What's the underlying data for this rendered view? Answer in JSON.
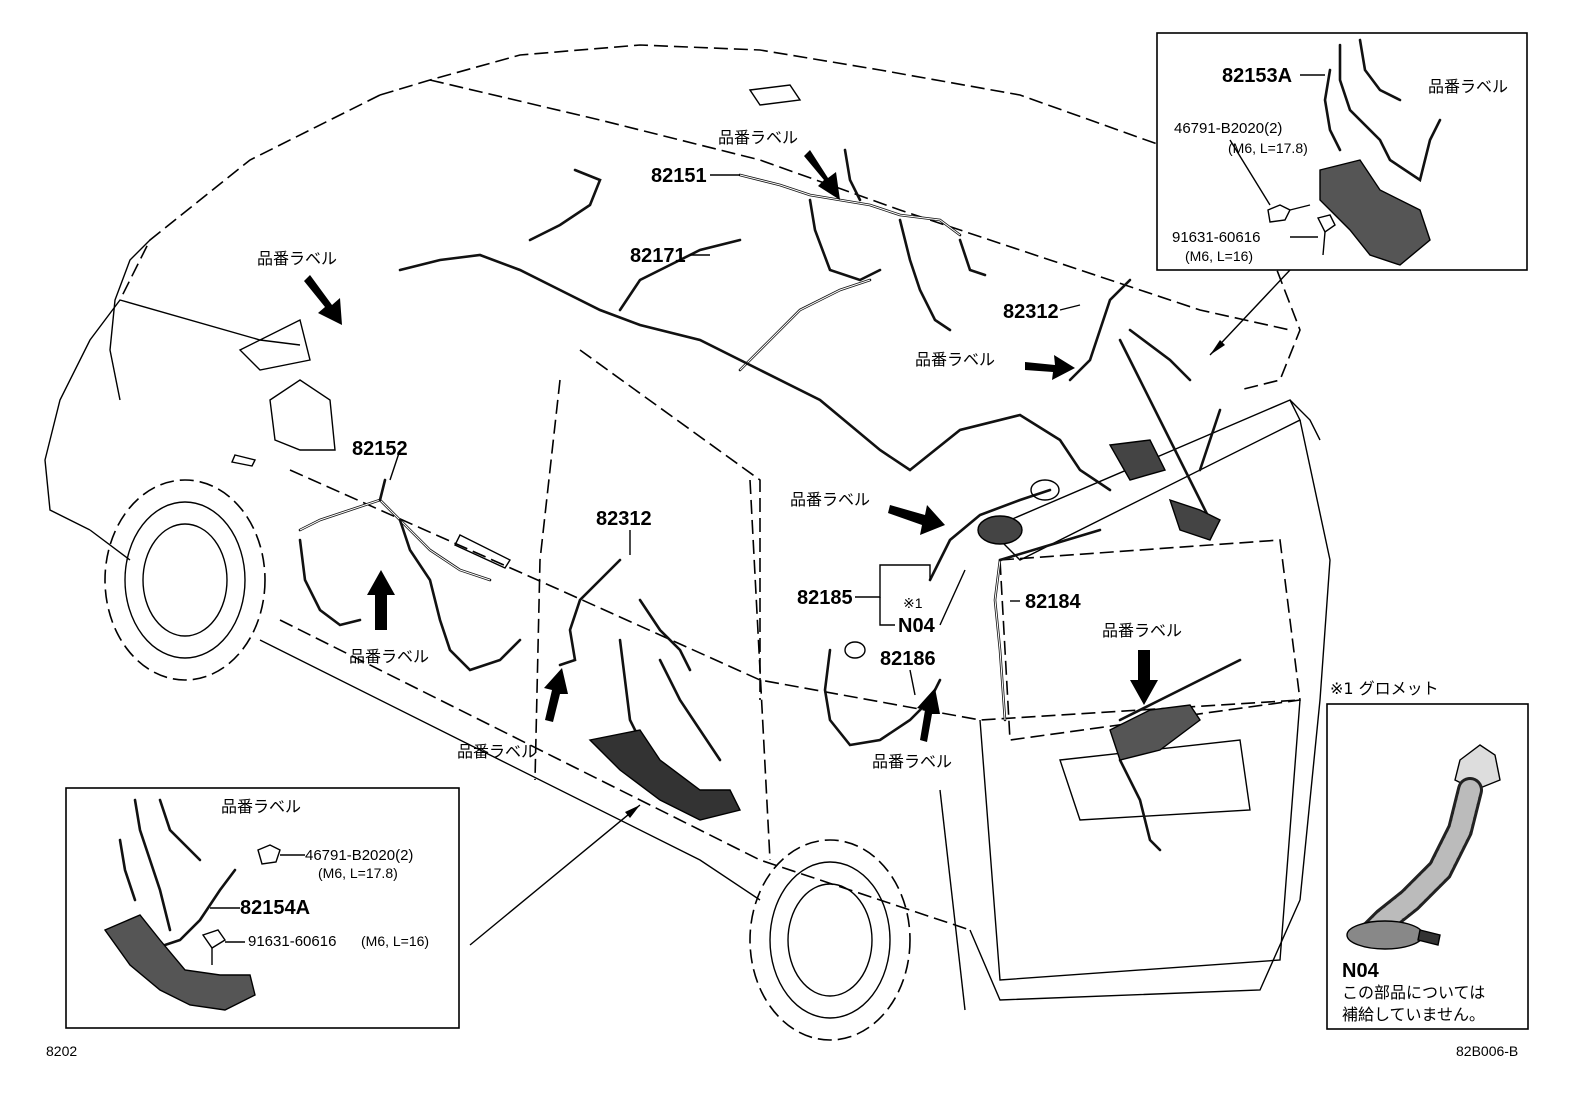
{
  "diagram": {
    "part_label_text": "品番ラベル",
    "parts": [
      {
        "id": "82151",
        "label": "82151"
      },
      {
        "id": "82171",
        "label": "82171"
      },
      {
        "id": "82312-roof",
        "label": "82312"
      },
      {
        "id": "82152",
        "label": "82152"
      },
      {
        "id": "82312-door",
        "label": "82312"
      },
      {
        "id": "82185",
        "label": "82185"
      },
      {
        "id": "82184",
        "label": "82184"
      },
      {
        "id": "82186",
        "label": "82186"
      },
      {
        "id": "n04-main",
        "label": "N04"
      }
    ],
    "grommet_ref": "※1",
    "inset_top_right": {
      "part": "82153A",
      "bolt_code": "46791-B2020(2)",
      "bolt_spec": "(M6, L=17.8)",
      "screw_code": "91631-60616",
      "screw_spec": "(M6, L=16)"
    },
    "inset_bottom_left": {
      "part": "82154A",
      "bolt_code": "46791-B2020(2)",
      "bolt_spec": "(M6, L=17.8)",
      "screw_code": "91631-60616",
      "screw_spec": "(M6, L=16)"
    },
    "inset_grommet": {
      "title": "※1 グロメット",
      "code": "N04",
      "note_line1": "この部品については",
      "note_line2": "補給していません。"
    },
    "footer_left": "8202",
    "footer_right": "82B006-B"
  }
}
